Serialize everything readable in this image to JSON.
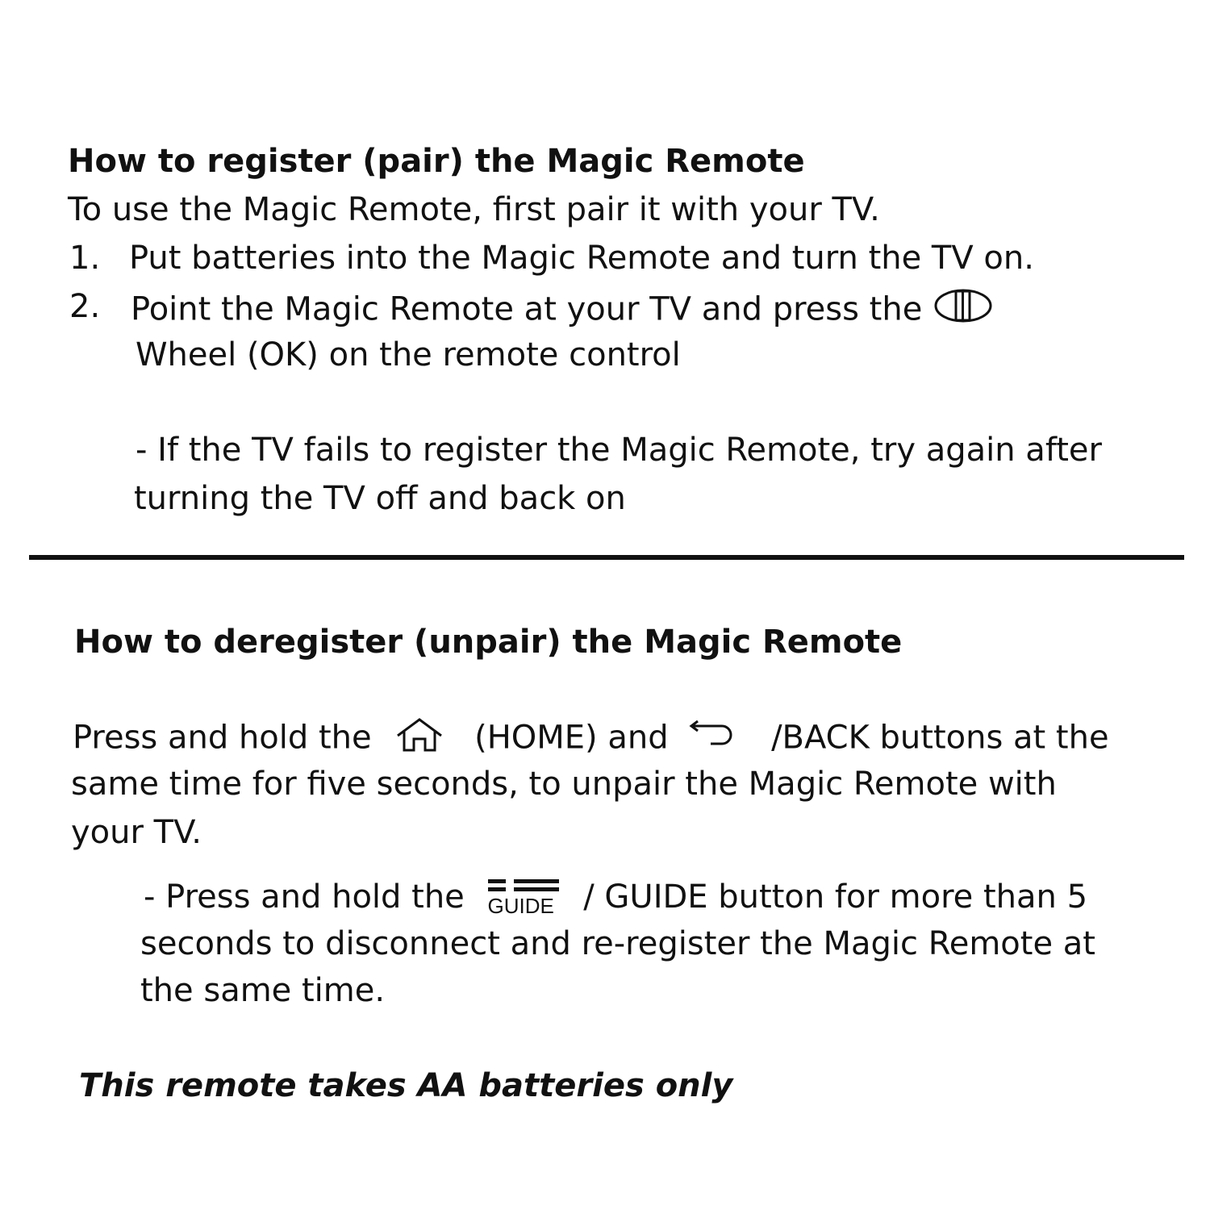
{
  "register": {
    "heading": "How to  register (pair)  the  Magic  Remote",
    "intro": "To use the  Magic  Remote, first  pair it with your  TV.",
    "step1": {
      "num": "1.",
      "text": "Put batteries into the  Magic Remote and turn the TV on."
    },
    "step2": {
      "num": "2.",
      "text_a": "Point the  Magic  Remote  at  your TV  and press  the",
      "text_b": "Wheel (OK) on the remote control"
    },
    "note_a": "- If  the TV  fails  to register  the Magic  Remote,  try again  after",
    "note_b": "turning the  TV off  and back on"
  },
  "deregister": {
    "heading": "How to deregister (unpair) the Magic Remote",
    "p1_a": "Press and hold  the",
    "p1_home": "(HOME)  and",
    "p1_back": "/BACK buttons at the",
    "p1_b": "same time for five seconds, to unpair the Magic Remote with",
    "p1_c": "your TV.",
    "note_a": "- Press and hold the",
    "guide_label": "GUIDE",
    "note_a2": "/ GUIDE button for more than 5",
    "note_b": "seconds to disconnect and re-register the Magic Remote at",
    "note_c": "the same time."
  },
  "footer": "This remote takes  AA  batteries only",
  "icons": [
    "wheel-icon",
    "home-icon",
    "back-icon",
    "guide-icon"
  ]
}
